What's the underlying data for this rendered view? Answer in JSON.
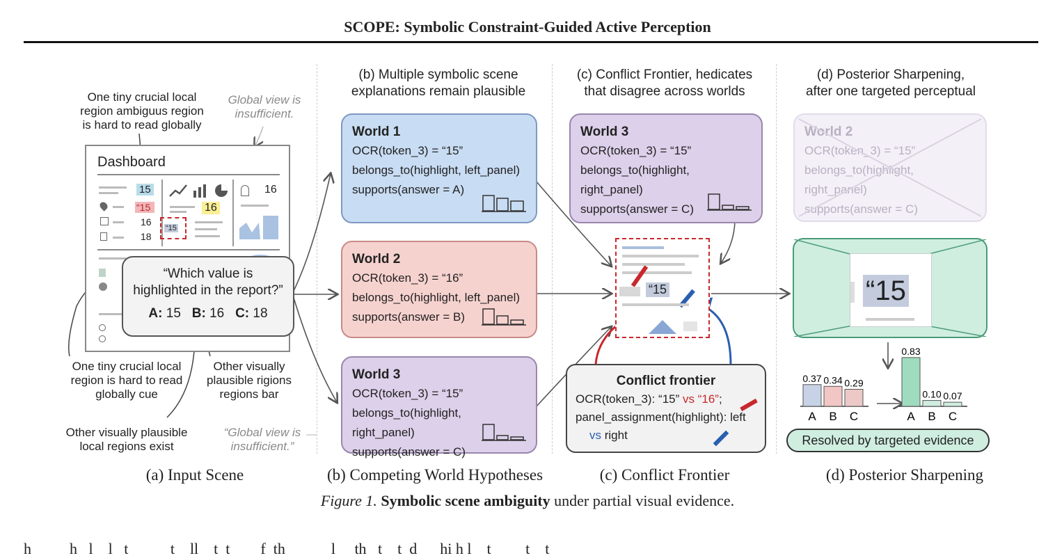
{
  "header": {
    "title": "SCOPE: Symbolic Constraint-Guided Active Perception"
  },
  "columns": {
    "b": "(b) Multiple symbolic scene\nexplanations remain plausible",
    "c": "(c) Conflict Frontier, hedicates\nthat disagree across worlds",
    "d": "(d) Posterior Sharpening,\nafter one targeted perceptual"
  },
  "panel_a": {
    "annot_top": "One tiny crucial local\nregion ambiguus region\nis hard to read globally",
    "global_top": "Global view is\ninsufficient.",
    "dashboard_title": "Dashboard",
    "values": [
      "15",
      "“15",
      "16",
      "18",
      "16",
      "16",
      "“15"
    ],
    "question": "“Which value is\nhighlighted in the report?”",
    "options": [
      {
        "key": "A:",
        "val": "15"
      },
      {
        "key": "B:",
        "val": "16"
      },
      {
        "key": "C:",
        "val": "18"
      }
    ],
    "annot_left": "One tiny crucial local\nregion is hard to read\nglobally cue",
    "annot_right": "Other visually\nplausible rigions\nregions bar",
    "annot_bottom": "Other visually plausible\nlocal regions exist",
    "global_bottom": "“Global view is\ninsufficient.”"
  },
  "worlds_b": [
    {
      "title": "World 1",
      "l1": "OCR(token_3) = “15”",
      "l2": "belongs_to(highlight, left_panel)",
      "l3": "supports(answer = A)"
    },
    {
      "title": "World 2",
      "l1": "OCR(token_3) = “16”",
      "l2": "belongs_to(highlight, left_panel)",
      "l3": "supports(answer = B)"
    },
    {
      "title": "World 3",
      "l1": "OCR(token_3) = “15”",
      "l2": "belongs_to(highlight, right_panel)",
      "l3": "supports(answer = C)"
    }
  ],
  "world_c": {
    "title": "World 3",
    "l1": "OCR(token_3) = “15”",
    "l2": "belongs_to(highlight, right_panel)",
    "l3": "supports(answer = C)"
  },
  "frontier": {
    "crop_text": "“15",
    "title": "Conflict frontier",
    "line1_pre": "OCR(token_3): “15” ",
    "line1_vs": "vs",
    "line1_alt": " “16”",
    "line1_end": ";",
    "line2": "panel_assignment(highlight): left",
    "line3_vs": "vs",
    "line3_rest": " right"
  },
  "world_d": {
    "title": "World 2",
    "l1": "OCR(token_3) = “15”",
    "l2": "belongs_to(highlight, right_panel)",
    "l3": "supports(answer = C)"
  },
  "zoom": {
    "text": "“15"
  },
  "chart_data": [
    {
      "type": "bar",
      "title": "",
      "categories": [
        "A",
        "B",
        "C"
      ],
      "values": [
        0.37,
        0.34,
        0.29
      ],
      "labels": [
        "0.37",
        "0.34",
        "0.29"
      ],
      "colors": [
        "#c8d2e6",
        "#f2c6c4",
        "#ecc9c6"
      ],
      "ylim": [
        0,
        0.9
      ]
    },
    {
      "type": "bar",
      "title": "",
      "categories": [
        "A",
        "B",
        "C"
      ],
      "values": [
        0.83,
        0.1,
        0.07
      ],
      "labels": [
        "0.83",
        "0.10",
        "0.07"
      ],
      "colors": [
        "#9fdcbf",
        "#cfeee0",
        "#cfeee0"
      ],
      "ylim": [
        0,
        0.9
      ]
    }
  ],
  "resolved": "Resolved by targeted evidence",
  "captions": {
    "a": "(a) Input Scene",
    "b": "(b) Competing World Hypotheses",
    "c": "(c) Conflict Frontier",
    "d": "(d) Posterior Sharpening"
  },
  "figure_caption": {
    "label": "Figure 1.",
    "bold": "Symbolic scene ambiguity",
    "rest": " under partial visual evidence."
  },
  "body_fragment": "h          h   l    l   t           t    ll    t  t        f  th            l     th   t    t  d      hi h l    t         t    t"
}
